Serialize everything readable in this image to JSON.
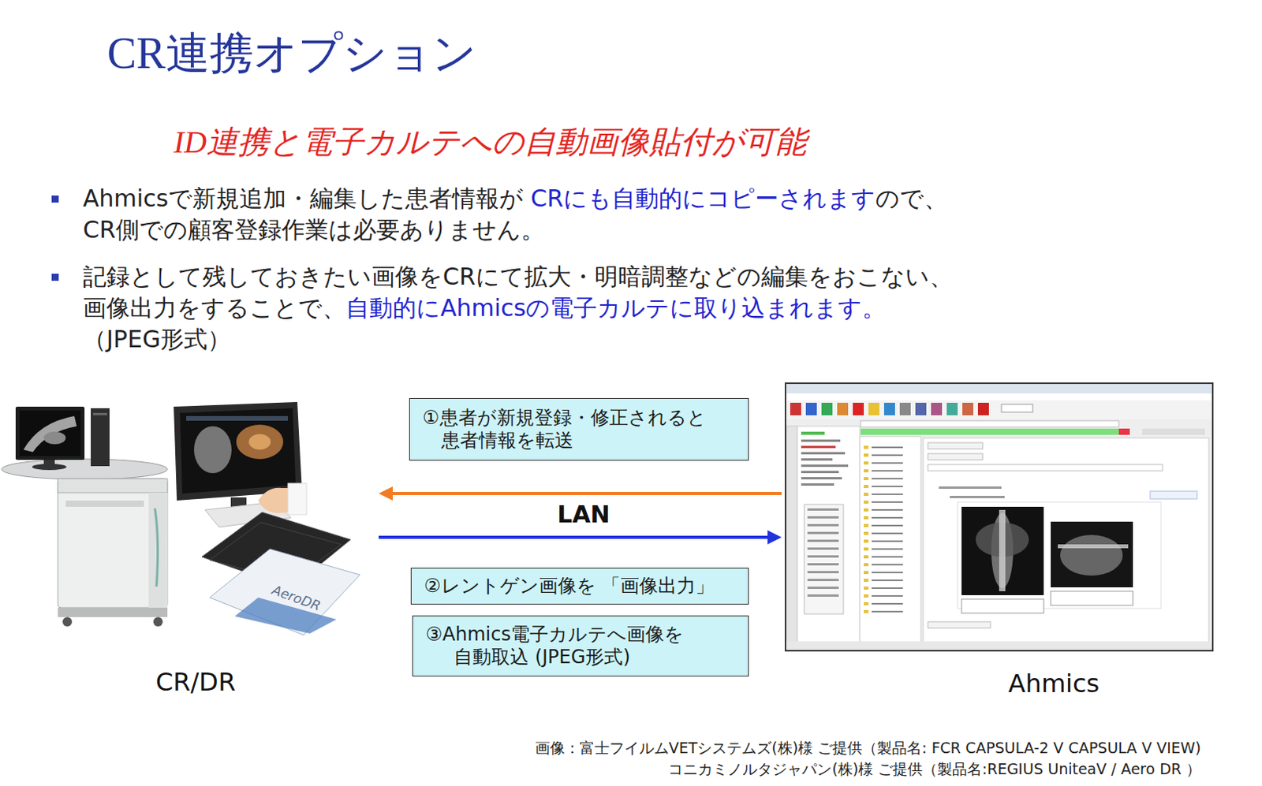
{
  "diagram": {
    "title": "CR連携オプション",
    "nodes": [
      {
        "text": [
          "CR/DR"
        ]
      },
      {
        "text": [
          "①患者が新規登録・修正されると 患者情報を転送"
        ]
      },
      {
        "text": [
          "②レントゲン画像を 「画像出力」"
        ]
      },
      {
        "text": [
          "③Ahmics電子カルテへ画像を 自動取込 (JPEG形式)"
        ]
      },
      {
        "text": [
          "Ahmics"
        ]
      }
    ],
    "edges": [
      {
        "from": 4,
        "to": 0,
        "arrow": "to"
      },
      {
        "from": 0,
        "to": 4,
        "arrow": "to"
      }
    ],
    "labels": [
      "ID連携と電子カルテへの自動画像貼付が可能",
      "Ahmicsで新規追加・編集した患者情報が",
      "CRにも自動的にコピーされます",
      "ので、",
      "CR側での顧客登録作業は必要ありません。",
      "記録として残しておきたい画像をCRにて拡大・明暗調整などの編集をおこない、",
      "画像出力をすることで、",
      "自動的にAhmicsの電子カルテに取り込まれます。",
      "（JPEG形式）",
      "LAN",
      "AeroDR",
      "画像：富士フイルムVETシステムズ(株)様 ご提供（製品名: FCR CAPSULA-2 V CAPSULA V VIEW)",
      "コニカミノルタジャパン(株)様 ご提供（製品名:REGIUS UniteaV / Aero DR ）"
    ]
  }
}
